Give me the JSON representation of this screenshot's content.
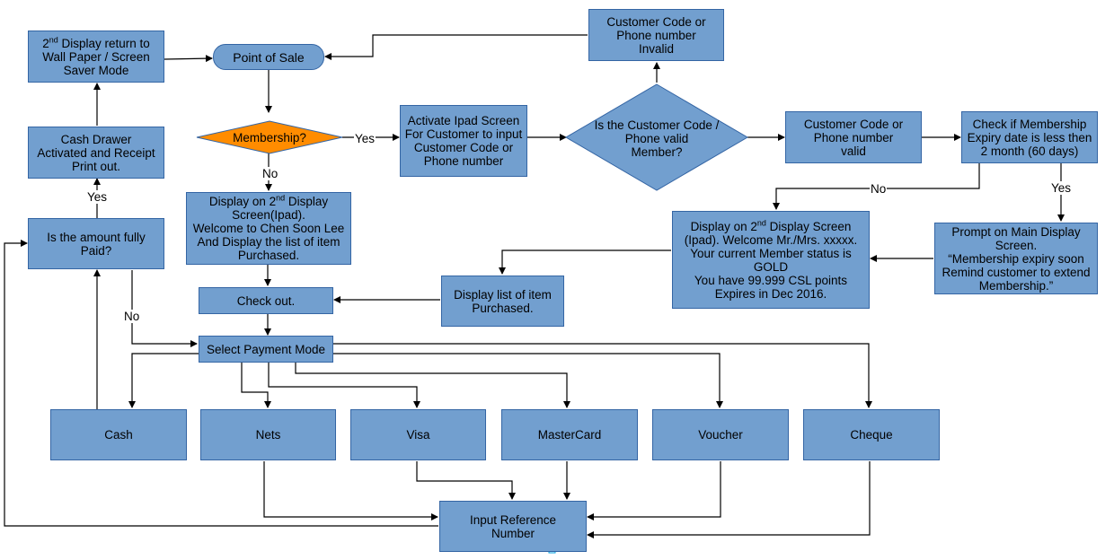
{
  "colors": {
    "box_fill": "#729fcf",
    "box_border": "#3465a4",
    "decision_highlight": "#ff8c00",
    "line": "#000000"
  },
  "nodes": {
    "pos": {
      "label": "Point of Sale"
    },
    "membership": {
      "label": "Membership?"
    },
    "activate_ipad": {
      "lines": [
        "Activate Ipad Screen",
        "For Customer to input",
        "Customer Code or",
        "Phone number"
      ]
    },
    "code_valid": {
      "lines": [
        "Is the Customer Code /",
        "Phone valid",
        "Member?"
      ]
    },
    "code_invalid": {
      "lines": [
        "Customer Code or",
        "Phone number",
        "Invalid"
      ]
    },
    "code_ok": {
      "lines": [
        "Customer Code or",
        "Phone number",
        "valid"
      ]
    },
    "check_expiry": {
      "lines": [
        "Check if Membership",
        "Expiry date is less then",
        "2 month (60 days)"
      ]
    },
    "prompt_main": {
      "lines": [
        "Prompt on Main Display",
        "Screen.",
        "“Membership expiry soon",
        "Remind customer to extend",
        "Membership.”"
      ]
    },
    "display_member": {
      "line1_pre": "Display on 2",
      "line1_sup": "nd",
      "line1_post": " Display Screen",
      "lines": [
        "(Ipad). Welcome Mr./Mrs. xxxxx.",
        "Your current Member status is",
        "GOLD",
        "You have 99.999 CSL points",
        "Expires in Dec 2016."
      ]
    },
    "display_list": {
      "lines": [
        "Display list of item",
        "Purchased."
      ]
    },
    "display_welcome": {
      "line1_pre": "Display on 2",
      "line1_sup": "nd",
      "line1_post": " Display",
      "lines": [
        "Screen(Ipad).",
        "Welcome to Chen Soon Lee",
        "And Display the list of item",
        "Purchased."
      ]
    },
    "checkout": {
      "label": "Check out."
    },
    "select_payment": {
      "label": "Select Payment Mode"
    },
    "amount_paid": {
      "lines": [
        "Is the amount fully",
        "Paid?"
      ]
    },
    "cash_drawer": {
      "lines": [
        "Cash Drawer",
        "Activated and Receipt",
        "Print out."
      ]
    },
    "second_display": {
      "line1_pre": "2",
      "line1_sup": "nd",
      "line1_post": " Display return to",
      "lines": [
        "Wall Paper / Screen",
        "Saver Mode"
      ]
    },
    "cash": {
      "label": "Cash"
    },
    "nets": {
      "label": "Nets"
    },
    "visa": {
      "label": "Visa"
    },
    "mastercard": {
      "label": "MasterCard"
    },
    "voucher": {
      "label": "Voucher"
    },
    "cheque": {
      "label": "Cheque"
    },
    "input_ref": {
      "lines": [
        "Input Reference",
        "Number"
      ]
    }
  },
  "edge_labels": {
    "membership_yes": "Yes",
    "membership_no": "No",
    "expiry_no": "No",
    "expiry_yes": "Yes",
    "paid_yes": "Yes",
    "paid_no": "No"
  }
}
